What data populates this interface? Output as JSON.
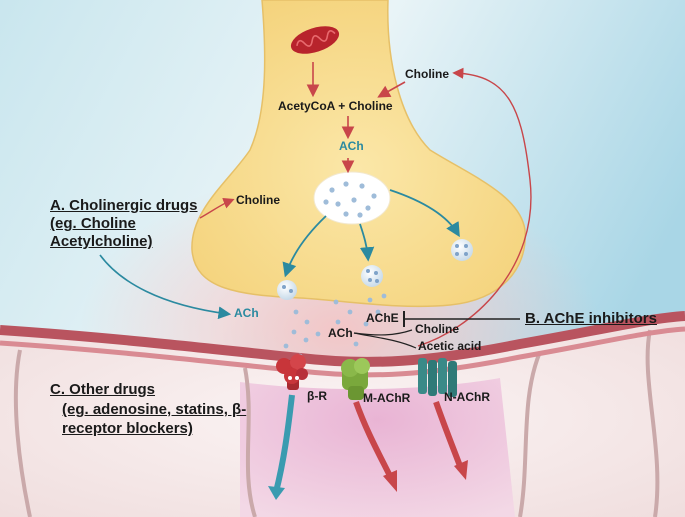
{
  "neuron": {
    "choline_top": "Choline",
    "synthesis": "AcetyCoA + Choline",
    "ach_inside": "ACh",
    "choline_left": "Choline"
  },
  "cleft": {
    "ach_cleft": "ACh",
    "ache": "AChE",
    "ach_hydrolysis": "ACh",
    "choline_product": "Choline",
    "acetic_acid": "Acetic acid"
  },
  "receptors": {
    "beta": "β-R",
    "muscarinic": "M-AChR",
    "nicotinic": "N-AChR"
  },
  "groups": {
    "a_title": "A. Cholinergic drugs",
    "a_line2": "(eg. Choline",
    "a_line3": "Acetylcholine)",
    "b_title": "B. AChE inhibitors",
    "c_title": "C. Other drugs",
    "c_line2": "(eg. adenosine, statins, β-",
    "c_line3": "receptor blockers)"
  },
  "colors": {
    "neuron_fill": "#f8dc8a",
    "membrane": "#b9545f",
    "teal_arrow": "#2b8aa0",
    "red_arrow": "#c8464a",
    "mitochondrion": "#b8242c",
    "beta_receptor": "#c8353a",
    "m_receptor": "#8ab84a",
    "n_receptor": "#3a8a88"
  }
}
